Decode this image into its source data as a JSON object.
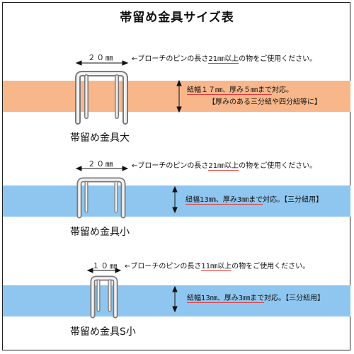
{
  "title": "帯留め金具サイズ表",
  "sections": [
    {
      "width_label": "２０㎜",
      "pin_note": {
        "prefix": "←ブローチのピンの長さ",
        "emph": "21㎜以上",
        "suffix": "の物をご使用ください。"
      },
      "cord_note_1": {
        "emph": "紐幅１７㎜、厚み５㎜まで",
        "suffix": "対応。"
      },
      "cord_note_2": "【厚みのある三分紐や四分紐等に】",
      "name": "帯留め金具大",
      "band_color": "#f7b78a"
    },
    {
      "width_label": "２０㎜",
      "pin_note": {
        "prefix": "←ブローチのピンの長さ",
        "emph": "21㎜以上",
        "suffix": "の物をご使用ください。"
      },
      "cord_note_1": {
        "emph": "紐幅13㎜、厚み3㎜まで",
        "suffix": "対応。【三分紐用】"
      },
      "name": "帯留め金具小",
      "band_color": "#8ec6ef"
    },
    {
      "width_label": "１０㎜",
      "pin_note": {
        "prefix": "←ブローチのピンの長さ",
        "emph": "11㎜以上",
        "suffix": "の物をご使用ください。"
      },
      "cord_note_1": {
        "emph": "紐幅13㎜、厚み3㎜まで",
        "suffix": "対応。【三分紐用】"
      },
      "name": "帯留め金具S小",
      "band_color": "#8ec6ef"
    }
  ]
}
